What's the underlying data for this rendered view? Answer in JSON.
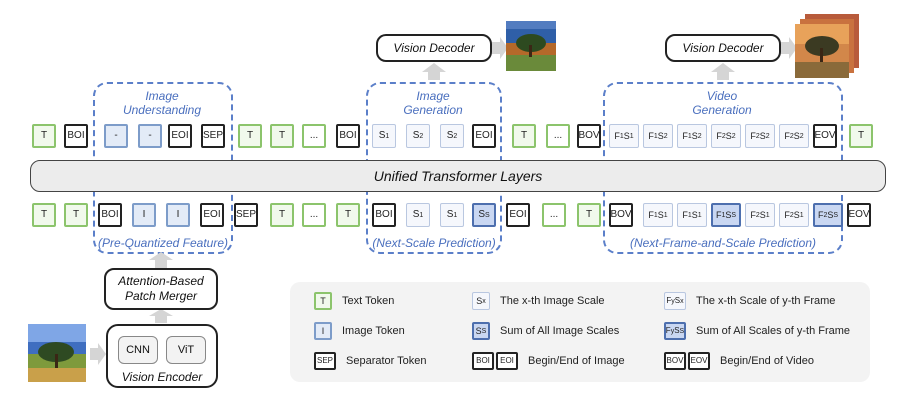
{
  "labels": {
    "image_understanding": "Image\nUnderstanding",
    "image_generation": "Image\nGeneration",
    "video_generation": "Video\nGeneration",
    "unified": "Unified Transformer Layers",
    "pre_quantized": "(Pre-Quantized Feature)",
    "next_scale": "(Next-Scale Prediction)",
    "next_frame": "(Next-Frame-and-Scale Prediction)",
    "vision_decoder_1": "Vision Decoder",
    "vision_decoder_2": "Vision Decoder",
    "patch_merger": "Attention-Based\nPatch Merger",
    "vision_encoder": "Vision Encoder",
    "cnn": "CNN",
    "vit": "ViT"
  },
  "top_row": [
    {
      "t": "T",
      "k": "text"
    },
    {
      "t": "BOI",
      "k": "bnd"
    },
    {
      "t": "-",
      "k": "img"
    },
    {
      "t": "-",
      "k": "img"
    },
    {
      "t": "EOI",
      "k": "bnd"
    },
    {
      "t": "SEP",
      "k": "bnd"
    },
    {
      "t": "T",
      "k": "text"
    },
    {
      "t": "T",
      "k": "text"
    },
    {
      "t": "...",
      "k": "dots"
    },
    {
      "t": "BOI",
      "k": "bnd"
    },
    {
      "t": "S1",
      "k": "lite"
    },
    {
      "t": "S2",
      "k": "lite"
    },
    {
      "t": "S2",
      "k": "lite"
    },
    {
      "t": "EOI",
      "k": "bnd"
    },
    {
      "t": "T",
      "k": "text"
    },
    {
      "t": "...",
      "k": "dots"
    },
    {
      "t": "BOV",
      "k": "bnd"
    },
    {
      "t": "F1S1",
      "k": "lite"
    },
    {
      "t": "F1S2",
      "k": "lite"
    },
    {
      "t": "F1S2",
      "k": "lite"
    },
    {
      "t": "F2S2",
      "k": "lite"
    },
    {
      "t": "F2S2",
      "k": "lite"
    },
    {
      "t": "F2S2",
      "k": "lite"
    },
    {
      "t": "EOV",
      "k": "bnd"
    },
    {
      "t": "T",
      "k": "text"
    }
  ],
  "bottom_row": [
    {
      "t": "T",
      "k": "text"
    },
    {
      "t": "T",
      "k": "text"
    },
    {
      "t": "BOI",
      "k": "bnd"
    },
    {
      "t": "I",
      "k": "img"
    },
    {
      "t": "I",
      "k": "img"
    },
    {
      "t": "EOI",
      "k": "bnd"
    },
    {
      "t": "SEP",
      "k": "bnd"
    },
    {
      "t": "T",
      "k": "text"
    },
    {
      "t": "...",
      "k": "dots"
    },
    {
      "t": "T",
      "k": "text"
    },
    {
      "t": "BOI",
      "k": "bnd"
    },
    {
      "t": "S1",
      "k": "lite"
    },
    {
      "t": "S1",
      "k": "lite"
    },
    {
      "t": "SS",
      "k": "imgsum"
    },
    {
      "t": "EOI",
      "k": "bnd"
    },
    {
      "t": "...",
      "k": "dots"
    },
    {
      "t": "T",
      "k": "text"
    },
    {
      "t": "BOV",
      "k": "bnd"
    },
    {
      "t": "F1S1",
      "k": "lite"
    },
    {
      "t": "F1S1",
      "k": "lite"
    },
    {
      "t": "F1SS",
      "k": "imgsum"
    },
    {
      "t": "F2S1",
      "k": "lite"
    },
    {
      "t": "F2S1",
      "k": "lite"
    },
    {
      "t": "F2SS",
      "k": "imgsum"
    },
    {
      "t": "EOV",
      "k": "bnd"
    }
  ],
  "legend": [
    {
      "sym": "T",
      "k": "text",
      "label": "Text Token"
    },
    {
      "sym": "Sx",
      "k": "lite",
      "label": "The x-th Image Scale"
    },
    {
      "sym": "FySx",
      "k": "lite",
      "label": "The x-th Scale of y-th Frame"
    },
    {
      "sym": "I",
      "k": "img",
      "label": "Image Token"
    },
    {
      "sym": "SS",
      "k": "imgsum",
      "label": "Sum of All Image Scales"
    },
    {
      "sym": "FySS",
      "k": "imgsum",
      "label": "Sum of All Scales of y-th Frame"
    },
    {
      "sym": "SEP",
      "k": "bnd",
      "label": "Separator Token"
    },
    {
      "sym": "BOI EOI",
      "k": "bnd",
      "label": "Begin/End of Image"
    },
    {
      "sym": "BOV EOV",
      "k": "bnd",
      "label": "Begin/End of Video"
    }
  ]
}
